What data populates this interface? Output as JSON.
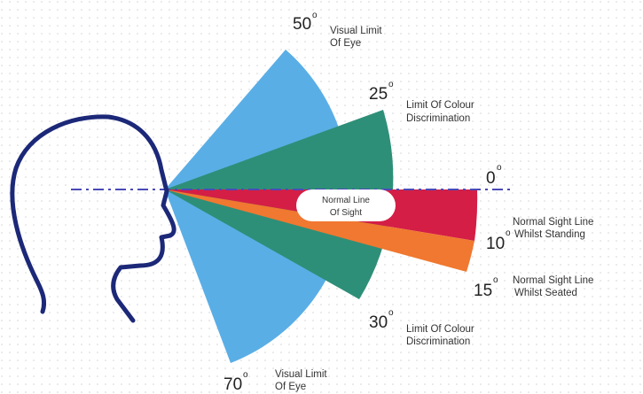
{
  "colors": {
    "visual_limit": "#5aaee6",
    "colour_discrimination": "#2e8f78",
    "normal_standing": "#d41e46",
    "normal_seated": "#f07830",
    "head_outline": "#1c2878",
    "center_line": "#4a4ab8"
  },
  "upper_visual_limit": {
    "degree": "50",
    "symbol": "o",
    "line1": "Visual Limit",
    "line2": "Of Eye"
  },
  "upper_colour_limit": {
    "degree": "25",
    "symbol": "o",
    "line1": "Limit Of Colour",
    "line2": "Discrimination"
  },
  "horizontal": {
    "degree": "0",
    "symbol": "o"
  },
  "standing": {
    "degree": "10",
    "symbol": "o",
    "line1": "Normal Sight Line",
    "line2": "Whilst Standing"
  },
  "seated": {
    "degree": "15",
    "symbol": "o",
    "line1": "Normal Sight Line",
    "line2": "Whilst Seated"
  },
  "lower_colour_limit": {
    "degree": "30",
    "symbol": "o",
    "line1": "Limit Of Colour",
    "line2": "Discrimination"
  },
  "lower_visual_limit": {
    "degree": "70",
    "symbol": "o",
    "line1": "Visual Limit",
    "line2": "Of Eye"
  },
  "normal_line_label": {
    "line1": "Normal Line",
    "line2": "Of Sight"
  }
}
